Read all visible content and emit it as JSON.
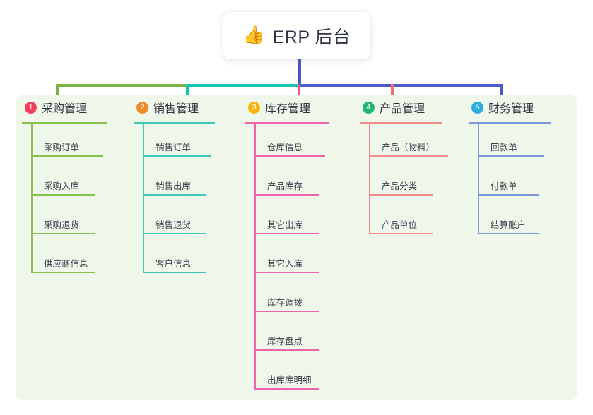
{
  "root": {
    "icon": "thumbs-up-icon",
    "emoji": "👍",
    "title": "ERP 后台"
  },
  "palette": {
    "panel_bg": "#eef7e9",
    "root_text": "#2f3542",
    "stem": "#4b57c4"
  },
  "connector_bar": [
    {
      "name": "bar-segment-green",
      "color": "#7cb342"
    },
    {
      "name": "bar-segment-teal",
      "color": "#17c4ae"
    },
    {
      "name": "bar-segment-blue",
      "color": "#4e5ac9"
    }
  ],
  "columns": [
    {
      "number": "1",
      "title": "采购管理",
      "badge_color": "#f2405d",
      "line_color": "#8cc152",
      "rule_width": 120,
      "first_rule_width": 84,
      "item_rule_width": 72,
      "items": [
        {
          "label": "采购订单"
        },
        {
          "label": "采购入库"
        },
        {
          "label": "采购退货"
        },
        {
          "label": "供应商信息"
        }
      ]
    },
    {
      "number": "2",
      "title": "销售管理",
      "badge_color": "#f08a26",
      "line_color": "#3fc8b4",
      "rule_width": 115,
      "first_rule_width": 78,
      "item_rule_width": 72,
      "items": [
        {
          "label": "销售订单"
        },
        {
          "label": "销售出库"
        },
        {
          "label": "销售退货"
        },
        {
          "label": "客户信息"
        }
      ]
    },
    {
      "number": "3",
      "title": "库存管理",
      "badge_color": "#f5b513",
      "line_color": "#ef63a8",
      "rule_width": 118,
      "first_rule_width": 82,
      "item_rule_width": 74,
      "items": [
        {
          "label": "仓库信息"
        },
        {
          "label": "产品库存"
        },
        {
          "label": "其它出库"
        },
        {
          "label": "其它入库"
        },
        {
          "label": "库存调拨"
        },
        {
          "label": "库存盘点"
        },
        {
          "label": "出库库明细"
        }
      ]
    },
    {
      "number": "4",
      "title": "产品管理",
      "badge_color": "#22b573",
      "line_color": "#f48b8b",
      "rule_width": 116,
      "first_rule_width": 94,
      "item_rule_width": 72,
      "items": [
        {
          "label": "产品（物料）"
        },
        {
          "label": "产品分类"
        },
        {
          "label": "产品单位"
        }
      ]
    },
    {
      "number": "5",
      "title": "财务管理",
      "badge_color": "#2cacdf",
      "line_color": "#8098d8",
      "rule_width": 116,
      "first_rule_width": 76,
      "item_rule_width": 68,
      "items": [
        {
          "label": "回款单"
        },
        {
          "label": "付款单"
        },
        {
          "label": "结算账户"
        }
      ]
    }
  ]
}
